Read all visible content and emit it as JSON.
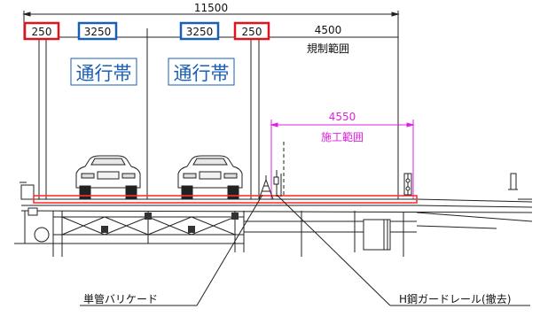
{
  "dimensions": {
    "total": "11500",
    "left_shoulder": "250",
    "lane_1": "3250",
    "lane_2": "3250",
    "right_shoulder": "250",
    "restricted": "4500",
    "restricted_label": "規制範囲",
    "construction": "4550",
    "construction_label": "施工範囲"
  },
  "lanes": {
    "lane_1_label": "通行帯",
    "lane_2_label": "通行帯"
  },
  "callouts": {
    "barricade": "単管バリケード",
    "guardrail": "H鋼ガードレール(撤去)"
  },
  "colors": {
    "shoulder_box": "#e0141e",
    "lane_box": "#1a5fb4",
    "lane_text": "#1a5fb4",
    "construction": "#e020e0",
    "deck_highlight": "#ff3030",
    "line": "#222222"
  }
}
